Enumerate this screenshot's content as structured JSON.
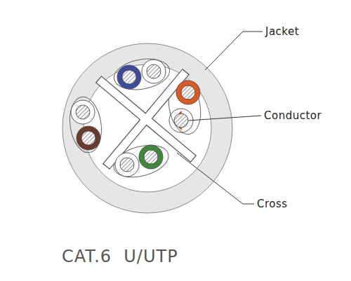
{
  "diagram": {
    "caption": "CAT.6  U/UTP",
    "labels": [
      "Jacket",
      "Conductor",
      "Cross"
    ]
  }
}
